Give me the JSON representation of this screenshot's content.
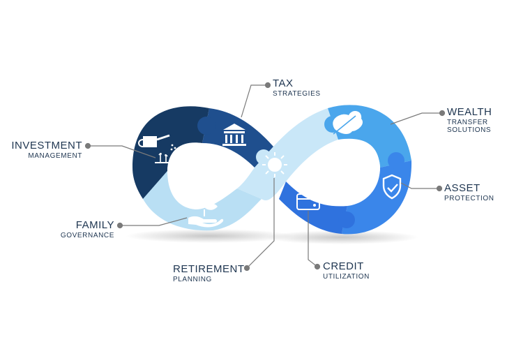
{
  "labels": {
    "tax": {
      "title": "TAX",
      "subtitle": "STRATEGIES"
    },
    "wealth": {
      "title": "WEALTH",
      "line2": "TRANSFER",
      "line3": "SOLUTIONS"
    },
    "investment": {
      "title": "INVESTMENT",
      "subtitle": "MANAGEMENT"
    },
    "asset": {
      "title": "ASSET",
      "subtitle": "PROTECTION"
    },
    "family": {
      "title": "FAMILY",
      "subtitle": "GOVERNANCE"
    },
    "retirement": {
      "title": "RETIREMENT",
      "subtitle": "PLANNING"
    },
    "credit": {
      "title": "CREDIT",
      "subtitle": "UTILIZATION"
    }
  },
  "colors": {
    "navy": "#163a63",
    "deep_blue": "#1f4f8e",
    "light_blue": "#b9dff4",
    "mid_blue": "#4aa6ec",
    "bright_blue": "#3a86ea",
    "text": "#1e3550",
    "connector": "#7a7a7a"
  },
  "icons": [
    "watering-can-icon",
    "bank-icon",
    "sun-icon",
    "leaf-icon",
    "shield-check-icon",
    "credit-card-icon",
    "hand-plant-icon"
  ]
}
